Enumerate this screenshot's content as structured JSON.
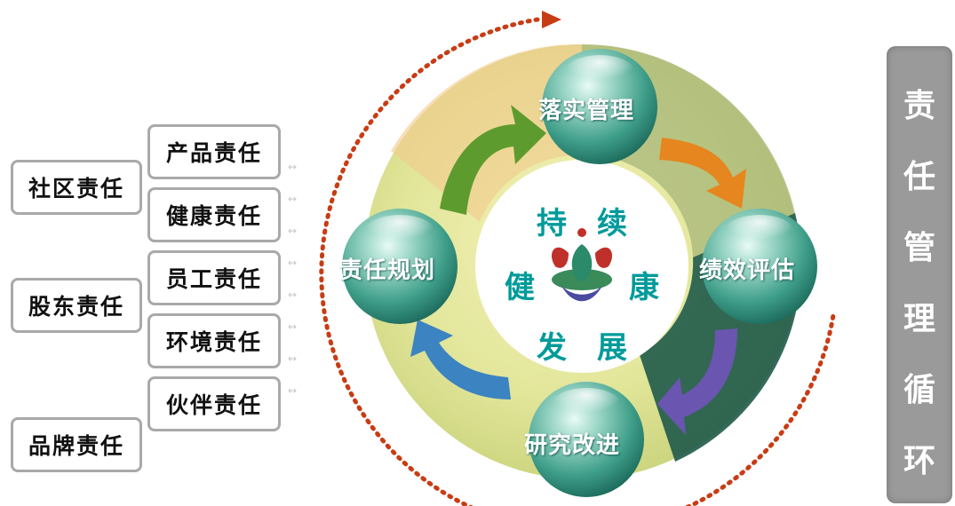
{
  "left_groups": [
    "社区责任",
    "股东责任",
    "品牌责任"
  ],
  "responsibilities": [
    "产品责任",
    "健康责任",
    "员工责任",
    "环境责任",
    "伙伴责任"
  ],
  "cycle_steps": [
    "落实管理",
    "绩效评估",
    "研究改进",
    "责任规划"
  ],
  "center": [
    "持",
    "续",
    "健",
    "康",
    "发",
    "展"
  ],
  "side_title": [
    "责",
    "任",
    "管",
    "理",
    "循",
    "环"
  ],
  "link_symbol": "↔",
  "colors": {
    "sphere": "#5fb8a4",
    "ring_outer": "#d8df86",
    "center_text": "#009a9a",
    "dotted_arrow": "#c83c14",
    "box_border": "#a9a9a9",
    "title_bg": "#9a9a9a"
  }
}
